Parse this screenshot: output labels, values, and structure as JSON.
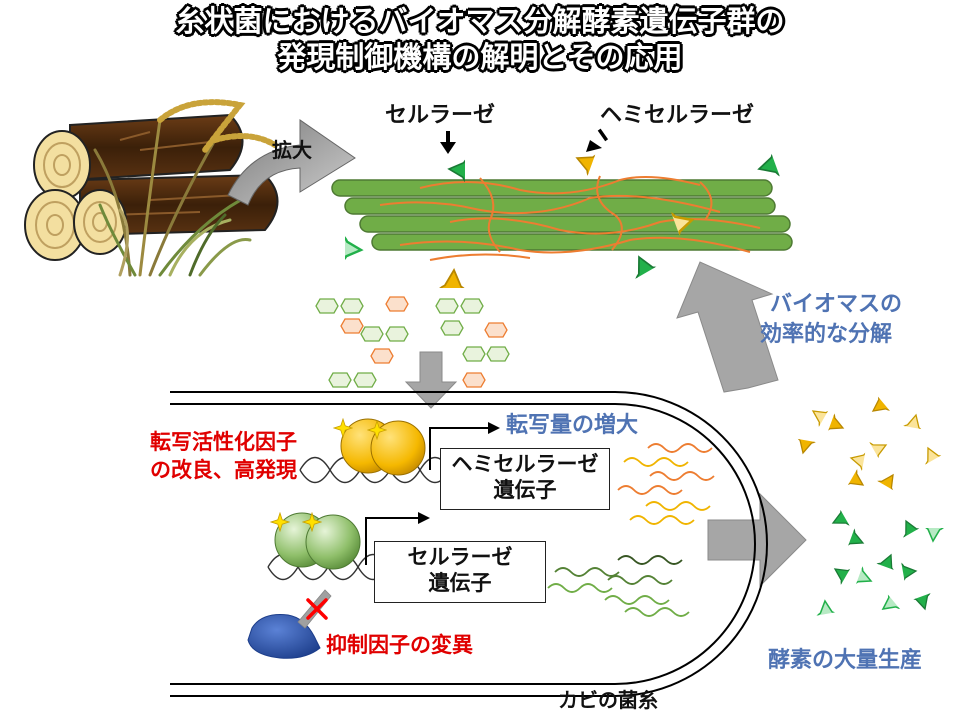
{
  "title": {
    "line1": "糸状菌におけるバイオマス分解酵素遺伝子群の",
    "line2": "発現制御機構の解明とその応用"
  },
  "labels": {
    "enlarge": "拡大",
    "cellulase": "セルラーゼ",
    "hemicellulase": "ヘミセルラーゼ",
    "biomass_line1": "バイオマスの",
    "biomass_line2": "効率的な分解",
    "transcription_increase": "転写量の増大",
    "activator_line1": "転写活性化因子",
    "activator_line2": "の改良、高発現",
    "hemi_gene_line1": "ヘミセルラーゼ",
    "hemi_gene_line2": "遺伝子",
    "cell_gene_line1": "セルラーゼ",
    "cell_gene_line2": "遺伝子",
    "repressor_mutation": "抑制因子の変異",
    "mass_production": "酵素の大量生産",
    "hyphae": "カビの菌糸"
  },
  "colors": {
    "cellulase_enzyme": "#22b04a",
    "hemicellulase_enzyme": "#f0b400",
    "cellulose_fiber": "#70ad47",
    "hemicellulose_fiber": "#ed7d31",
    "label_blue": "#4f73b3",
    "label_red": "#e00000",
    "repressor": "#2f55a8",
    "arrow_gray": "#a6a6a6",
    "log_brown": "#4a2a10",
    "activator_yellow": "#f5b800",
    "activator_green": "#8fbf6a"
  },
  "icons": [
    "log-icon",
    "rice-plant-icon",
    "enlarge-arrow-icon",
    "enzyme-pacman-icon",
    "sugar-hexagon-icon",
    "dna-helix-icon",
    "star-icon",
    "repressor-blob-icon",
    "inhibit-x-icon"
  ]
}
